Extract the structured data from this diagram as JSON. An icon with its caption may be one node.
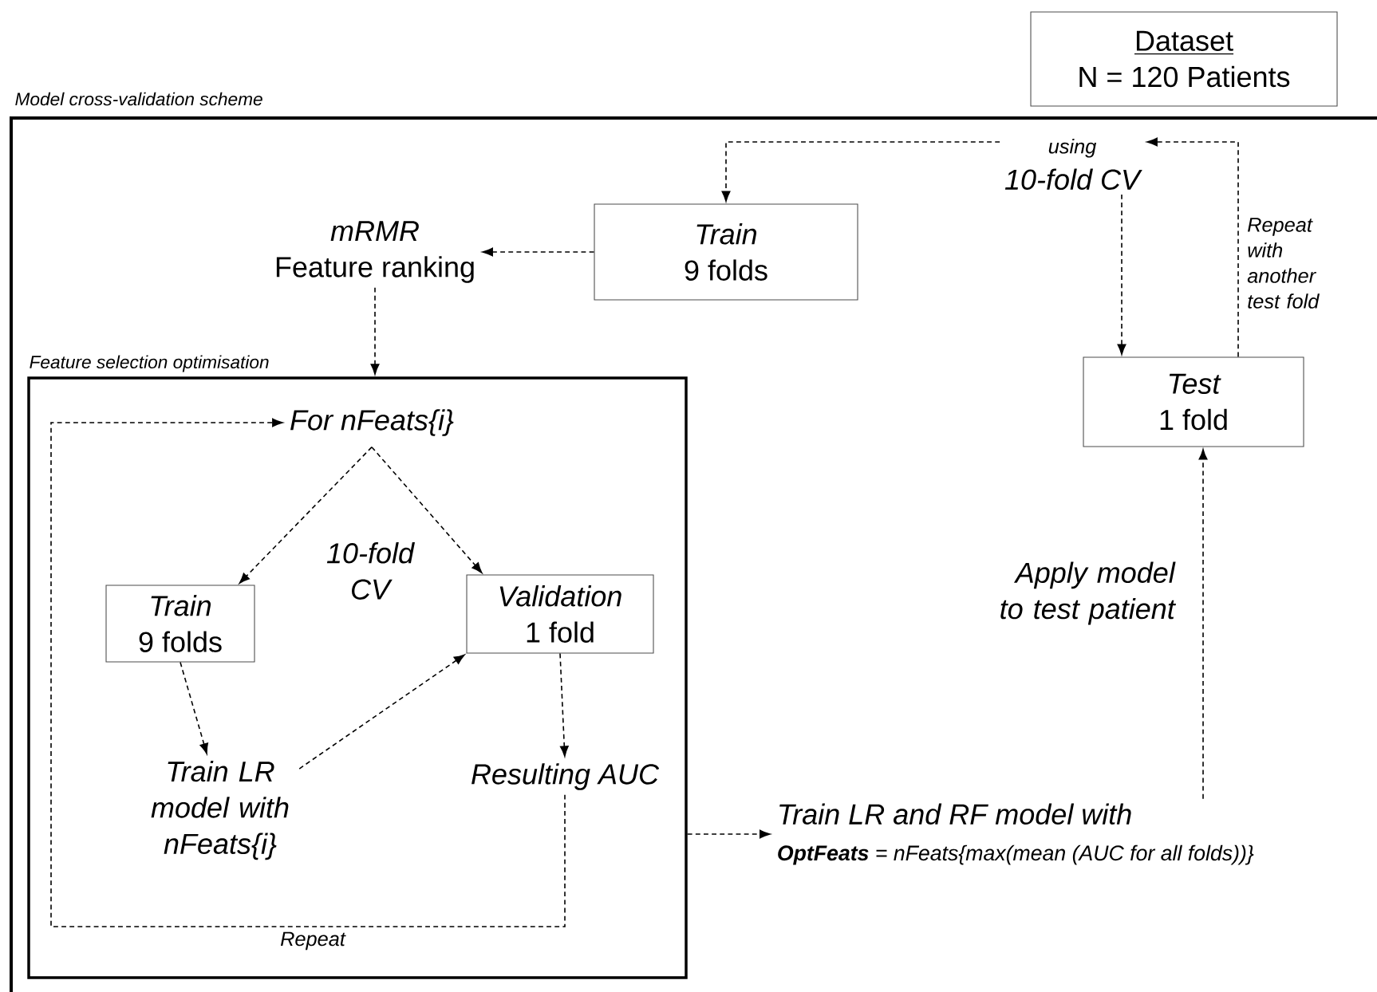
{
  "diagram": {
    "nodes": [
      {
        "text": [
          "Dataset",
          "N = 120 Patients"
        ]
      },
      {
        "text": [
          "Model cross-validation scheme"
        ]
      },
      {
        "text": [
          "using",
          "10-fold CV"
        ],
        "in": 1
      },
      {
        "text": [
          "Train",
          "9 folds"
        ],
        "in": 1
      },
      {
        "text": [
          "mRMR",
          "Feature ranking"
        ],
        "in": 1
      },
      {
        "text": [
          "Test",
          "1 fold"
        ],
        "in": 1
      },
      {
        "text": [
          "Feature selection optimisation"
        ],
        "in": 1
      },
      {
        "text": [
          "For nFeats{i}"
        ],
        "in": 6
      },
      {
        "text": [
          "Train",
          "9 folds"
        ],
        "in": 6
      },
      {
        "text": [
          "Validation",
          "1 fold"
        ],
        "in": 6
      },
      {
        "text": [
          "Train LR model with nFeats{i}"
        ],
        "in": 6
      },
      {
        "text": [
          "Resulting AUC"
        ],
        "in": 6
      },
      {
        "text": [
          "Train LR and RF model with",
          "**OptFeats** = nFeats{max(mean (AUC for all folds))}"
        ],
        "in": 1
      }
    ],
    "edges": [
      {
        "from": 2,
        "to": 3,
        "arrow": "to"
      },
      {
        "from": 2,
        "to": 5,
        "arrow": "to"
      },
      {
        "from": 5,
        "to": 2,
        "arrow": "to",
        "label": "Repeat with another test fold"
      },
      {
        "from": 3,
        "to": 4,
        "arrow": "to"
      },
      {
        "from": 4,
        "to": 6,
        "arrow": "to"
      },
      {
        "from": 7,
        "to": 8,
        "arrow": "to"
      },
      {
        "from": 7,
        "to": 9,
        "arrow": "to"
      },
      {
        "from": 8,
        "to": 10,
        "arrow": "to"
      },
      {
        "from": 10,
        "to": 9,
        "arrow": "to"
      },
      {
        "from": 9,
        "to": 11,
        "arrow": "to"
      },
      {
        "from": 11,
        "to": 7,
        "arrow": "to",
        "label": "Repeat"
      },
      {
        "from": 6,
        "to": 12,
        "arrow": "to"
      },
      {
        "from": 12,
        "to": 5,
        "arrow": "to",
        "label": "Apply model to test patient"
      }
    ],
    "labels": [
      "10-fold CV"
    ]
  }
}
